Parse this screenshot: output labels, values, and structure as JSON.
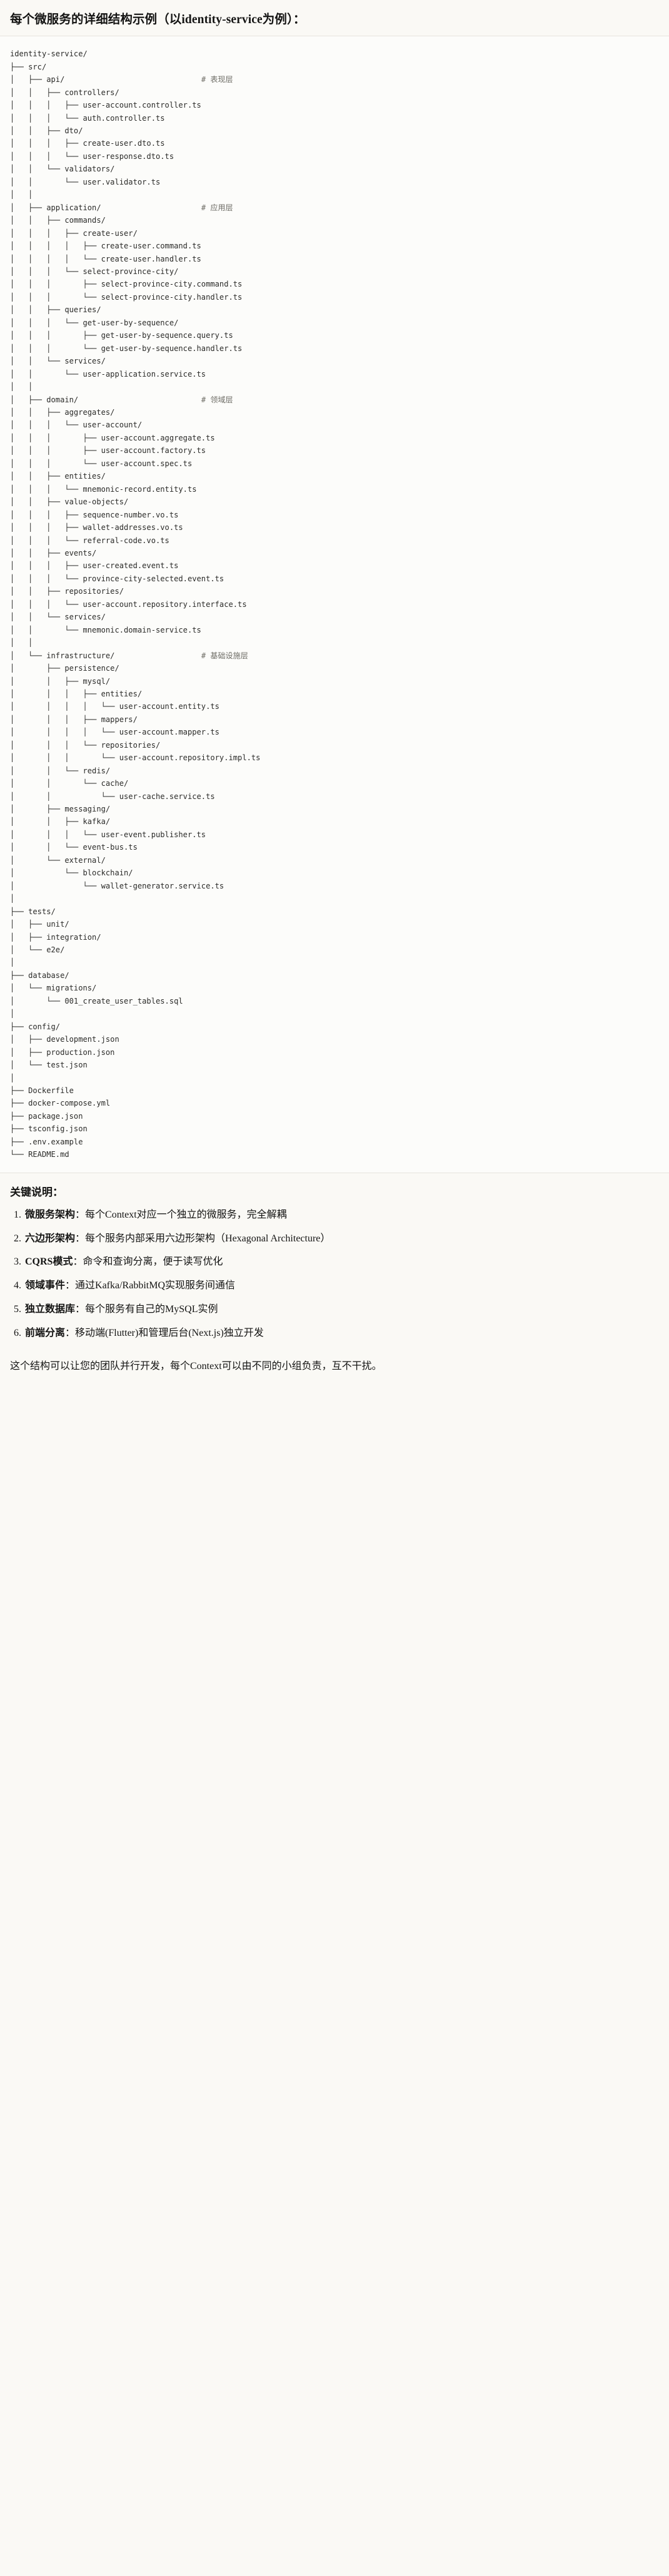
{
  "document": {
    "title": "每个微服务的详细结构示例（以identity-service为例）："
  },
  "code_block": {
    "language": "text",
    "root": "identity-service/",
    "comments": {
      "api": "# 表现层",
      "application": "# 应用层",
      "domain": "# 领域层",
      "infrastructure": "# 基础设施层"
    },
    "tree_text": "identity-service/\n├── src/\n│   ├── api/                              # 表现层\n│   │   ├── controllers/\n│   │   │   ├── user-account.controller.ts\n│   │   │   └── auth.controller.ts\n│   │   ├── dto/\n│   │   │   ├── create-user.dto.ts\n│   │   │   └── user-response.dto.ts\n│   │   └── validators/\n│   │       └── user.validator.ts\n│   │\n│   ├── application/                      # 应用层\n│   │   ├── commands/\n│   │   │   ├── create-user/\n│   │   │   │   ├── create-user.command.ts\n│   │   │   │   └── create-user.handler.ts\n│   │   │   └── select-province-city/\n│   │   │       ├── select-province-city.command.ts\n│   │   │       └── select-province-city.handler.ts\n│   │   ├── queries/\n│   │   │   └── get-user-by-sequence/\n│   │   │       ├── get-user-by-sequence.query.ts\n│   │   │       └── get-user-by-sequence.handler.ts\n│   │   └── services/\n│   │       └── user-application.service.ts\n│   │\n│   ├── domain/                           # 领域层\n│   │   ├── aggregates/\n│   │   │   └── user-account/\n│   │   │       ├── user-account.aggregate.ts\n│   │   │       ├── user-account.factory.ts\n│   │   │       └── user-account.spec.ts\n│   │   ├── entities/\n│   │   │   └── mnemonic-record.entity.ts\n│   │   ├── value-objects/\n│   │   │   ├── sequence-number.vo.ts\n│   │   │   ├── wallet-addresses.vo.ts\n│   │   │   └── referral-code.vo.ts\n│   │   ├── events/\n│   │   │   ├── user-created.event.ts\n│   │   │   └── province-city-selected.event.ts\n│   │   ├── repositories/\n│   │   │   └── user-account.repository.interface.ts\n│   │   └── services/\n│   │       └── mnemonic.domain-service.ts\n│   │\n│   └── infrastructure/                   # 基础设施层\n│       ├── persistence/\n│       │   ├── mysql/\n│       │   │   ├── entities/\n│       │   │   │   └── user-account.entity.ts\n│       │   │   ├── mappers/\n│       │   │   │   └── user-account.mapper.ts\n│       │   │   └── repositories/\n│       │   │       └── user-account.repository.impl.ts\n│       │   └── redis/\n│       │       └── cache/\n│       │           └── user-cache.service.ts\n│       ├── messaging/\n│       │   ├── kafka/\n│       │   │   └── user-event.publisher.ts\n│       │   └── event-bus.ts\n│       └── external/\n│           └── blockchain/\n│               └── wallet-generator.service.ts\n│\n├── tests/\n│   ├── unit/\n│   ├── integration/\n│   └── e2e/\n│\n├── database/\n│   └── migrations/\n│       └── 001_create_user_tables.sql\n│\n├── config/\n│   ├── development.json\n│   ├── production.json\n│   └── test.json\n│\n├── Dockerfile\n├── docker-compose.yml\n├── package.json\n├── tsconfig.json\n├── .env.example\n└── README.md"
  },
  "key_points": {
    "heading": "关键说明：",
    "items": [
      {
        "term": "微服务架构",
        "desc": "：每个Context对应一个独立的微服务，完全解耦"
      },
      {
        "term": "六边形架构",
        "desc": "：每个服务内部采用六边形架构（Hexagonal Architecture）"
      },
      {
        "term": "CQRS模式",
        "desc": "：命令和查询分离，便于读写优化"
      },
      {
        "term": "领域事件",
        "desc": "：通过Kafka/RabbitMQ实现服务间通信"
      },
      {
        "term": "独立数据库",
        "desc": "：每个服务有自己的MySQL实例"
      },
      {
        "term": "前端分离",
        "desc": "：移动端(Flutter)和管理后台(Next.js)独立开发"
      }
    ]
  },
  "closing_note": "这个结构可以让您的团队并行开发，每个Context可以由不同的小组负责，互不干扰。"
}
